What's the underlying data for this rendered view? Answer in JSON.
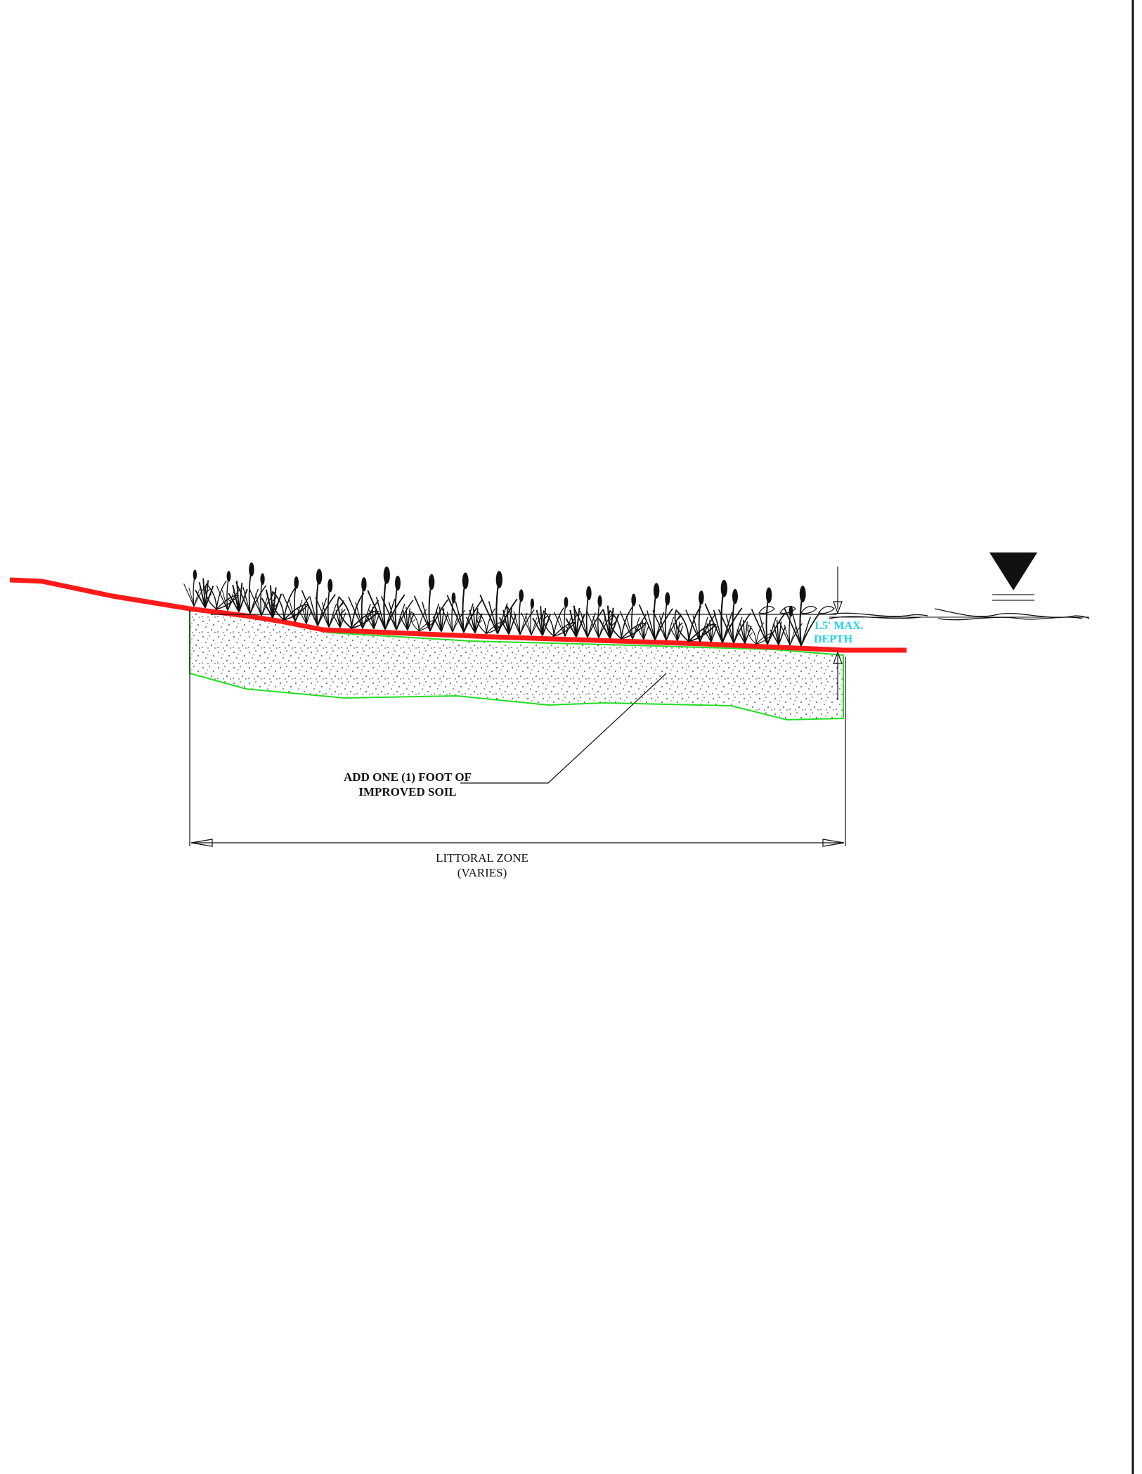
{
  "diagram": {
    "callout_soil": {
      "line1": "ADD ONE (1) FOOT OF",
      "line2": "IMPROVED SOIL"
    },
    "dimension_width": {
      "line1": "LITTORAL ZONE",
      "line2": "(VARIES)"
    },
    "dimension_depth": {
      "line1": "1.5' MAX.",
      "line2": "DEPTH"
    },
    "colors": {
      "grade_line": "#ff1a1a",
      "soil_outline": "#22dd22",
      "depth_text": "#1fd3ec",
      "ink": "#111111"
    },
    "icons": [
      "water-level-triangle-icon",
      "littoral-plants-icon"
    ]
  }
}
